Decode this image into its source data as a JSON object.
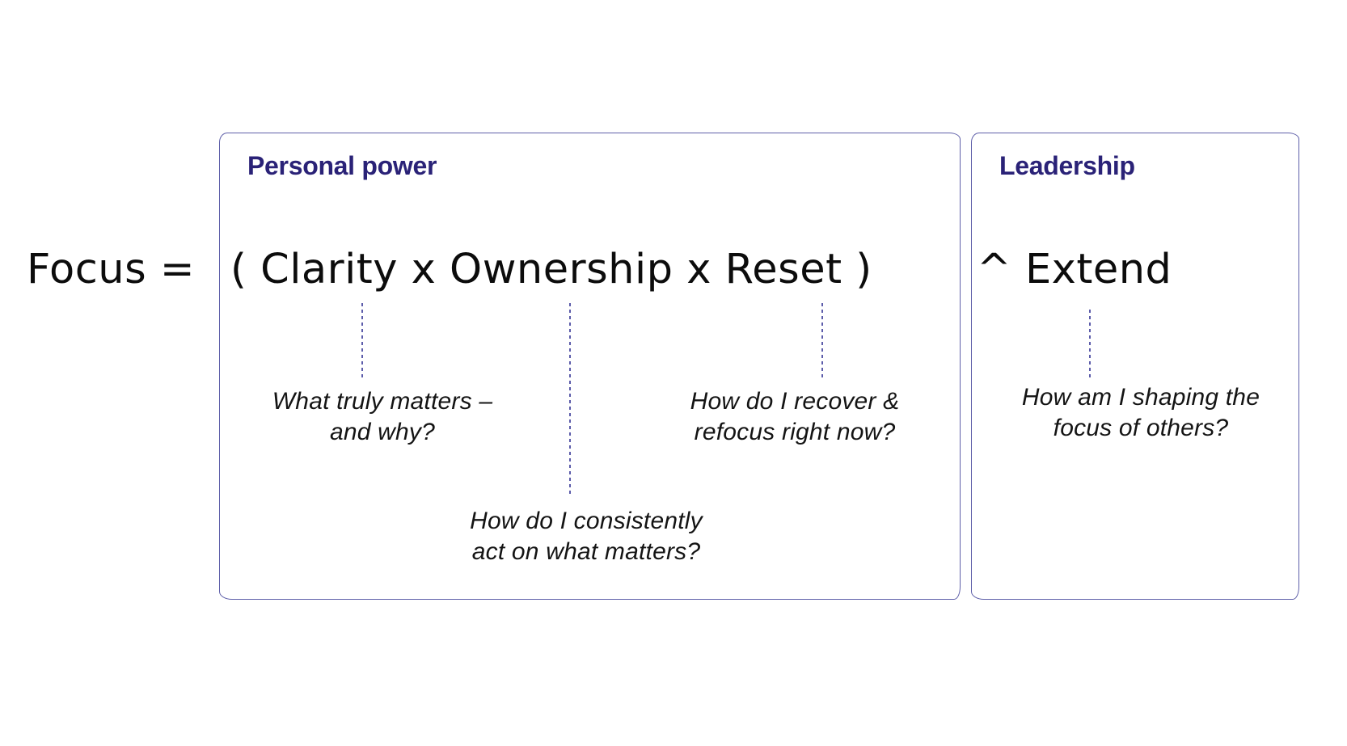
{
  "colors": {
    "title_navy": "#2a2277",
    "box_border_indigo": "#5e5fa9",
    "connector_indigo": "#5c5caa",
    "ink_black": "#0c0c0c",
    "background": "#ffffff"
  },
  "boxes": {
    "personal": {
      "title": "Personal power"
    },
    "leadership": {
      "title": "Leadership"
    }
  },
  "formula": {
    "prefix": "Focus =",
    "personal_expression": "( Clarity x Ownership x Reset )",
    "leadership_expression": "^ Extend"
  },
  "annotations": {
    "clarity": {
      "term": "Clarity",
      "line1": "What truly matters –",
      "line2": "and why?"
    },
    "ownership": {
      "term": "Ownership",
      "line1": "How do I consistently",
      "line2": "act on what matters?"
    },
    "reset": {
      "term": "Reset",
      "line1": "How do I recover &",
      "line2": "refocus right now?"
    },
    "extend": {
      "term": "Extend",
      "line1": "How am I shaping the",
      "line2": "focus of others?"
    }
  }
}
